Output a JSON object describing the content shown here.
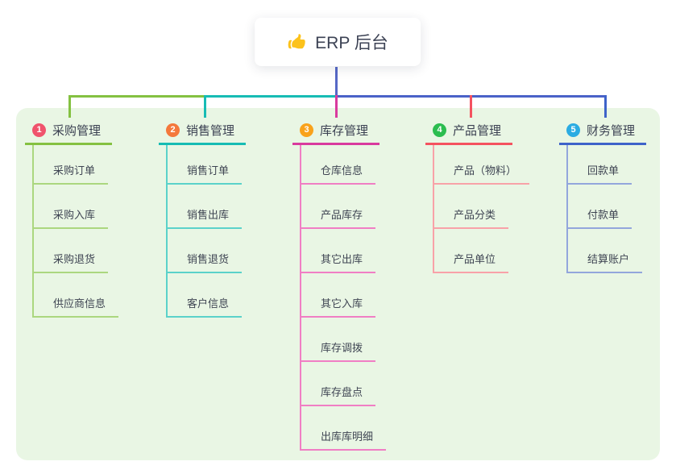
{
  "root": {
    "label": "ERP 后台",
    "icon": "thumbs-up"
  },
  "panel_bg": "#E9F6E4",
  "connectors": {
    "root_line": "#5668C6",
    "right_trunk": "#4A62C8"
  },
  "branches": [
    {
      "num": "1",
      "title": "采购管理",
      "color": "#84C141",
      "light_color": "#ABD77F",
      "badge_color": "#F0536C",
      "children": [
        "采购订单",
        "采购入库",
        "采购退货",
        "供应商信息"
      ]
    },
    {
      "num": "2",
      "title": "销售管理",
      "color": "#17BCB4",
      "light_color": "#5BD2CA",
      "badge_color": "#F4783B",
      "children": [
        "销售订单",
        "销售出库",
        "销售退货",
        "客户信息"
      ]
    },
    {
      "num": "3",
      "title": "库存管理",
      "color": "#D93A9E",
      "light_color": "#F07EC4",
      "badge_color": "#F9A21B",
      "children": [
        "仓库信息",
        "产品库存",
        "其它出库",
        "其它入库",
        "库存调拨",
        "库存盘点",
        "出库库明细"
      ]
    },
    {
      "num": "4",
      "title": "产品管理",
      "color": "#F4525F",
      "light_color": "#F8A2A8",
      "badge_color": "#2BBD4F",
      "children": [
        "产品（物料）",
        "产品分类",
        "产品单位"
      ]
    },
    {
      "num": "5",
      "title": "财务管理",
      "color": "#3E63C9",
      "light_color": "#93A6DC",
      "badge_color": "#2BACE2",
      "children": [
        "回款单",
        "付款单",
        "结算账户"
      ]
    }
  ]
}
